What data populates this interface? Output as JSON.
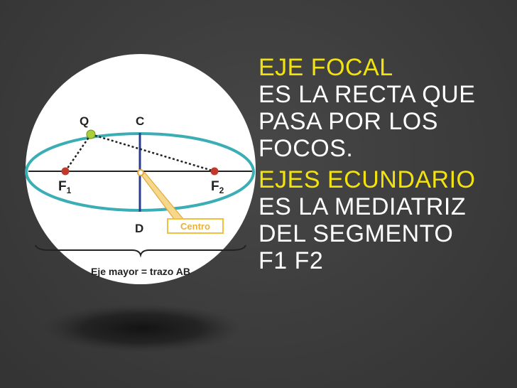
{
  "colors": {
    "background": "#3a3a3a",
    "heading": "#f2e20e",
    "body_text": "#ffffff",
    "ellipse": "#3aaeb4",
    "axis_vertical": "#2b3c8f",
    "focus_point": "#c0392b",
    "point_q": "#a6cf3a",
    "centro_box": "#f0c040"
  },
  "text": {
    "focal_heading": "EJE FOCAL",
    "focal_body": [
      "ES LA RECTA QUE",
      "PASA POR LOS",
      "FOCOS."
    ],
    "secondary_heading": "EJES ECUNDARIO",
    "secondary_body": [
      "ES LA MEDIATRIZ",
      "DEL SEGMENTO",
      "F1 F2"
    ]
  },
  "diagram": {
    "label_q": "Q",
    "label_c": "C",
    "label_d": "D",
    "label_f1_letter": "F",
    "label_f1_sub": "1",
    "label_f2_letter": "F",
    "label_f2_sub": "2",
    "centro_label": "Centro",
    "major_axis_label": "Eje mayor = trazo AB"
  }
}
